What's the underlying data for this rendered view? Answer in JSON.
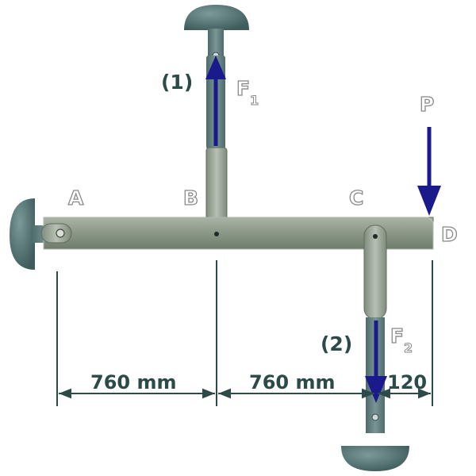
{
  "points": {
    "a": "A",
    "b": "B",
    "c": "C",
    "d": "D"
  },
  "members": {
    "one": "(1)",
    "two": "(2)"
  },
  "forces": {
    "f1": {
      "letter": "F",
      "sub": "1"
    },
    "f2": {
      "letter": "F",
      "sub": "2"
    },
    "p": "P"
  },
  "dimensions": {
    "ab": "760 mm",
    "bc": "760 mm",
    "cd": "120"
  },
  "colors": {
    "beam": "#8d9a8a",
    "support": "#4f6d6d",
    "rod": "#5c7a79",
    "force_arrow": "#1a1a8c",
    "dimension": "#2c4a48"
  }
}
